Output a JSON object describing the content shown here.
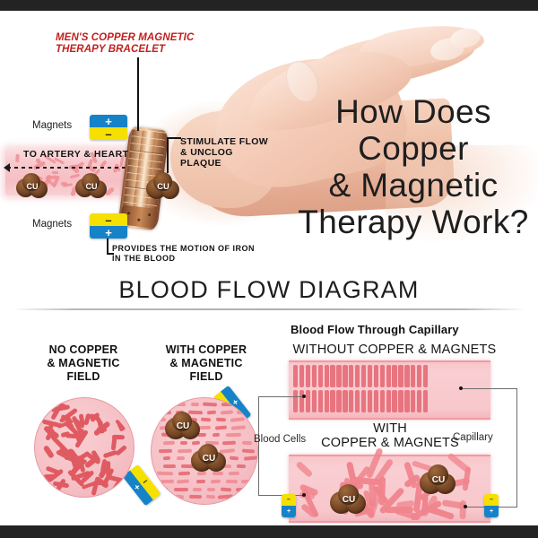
{
  "page": {
    "background": "#ffffff",
    "letterbox_color": "#232323"
  },
  "top_section": {
    "product_callout": {
      "line1": "MEN'S COPPER MAGNETIC",
      "line2": "THERAPY BRACELET",
      "color": "#c0201e"
    },
    "headline": {
      "line1": "How Does",
      "line2": "Copper",
      "line3": "& Magnetic",
      "line4": "Therapy Work?"
    },
    "labels": {
      "magnets_top": "Magnets",
      "magnets_bottom": "Magnets",
      "artery": "TO ARTERY & HEART",
      "stimulate_line1": "STIMULATE FLOW",
      "stimulate_line2": "& UNCLOG",
      "stimulate_line3": "PLAQUE",
      "motion_line1": "PROVIDES THE MOTION OF IRON",
      "motion_line2": "IN THE BLOOD"
    },
    "magnet_badges": [
      {
        "id": "top-magnet",
        "top_pole": "+",
        "top_color": "#1683c8",
        "bottom_pole": "–",
        "bottom_color": "#f5e000"
      },
      {
        "id": "bottom-magnet",
        "top_pole": "–",
        "top_color": "#f5e000",
        "bottom_pole": "+",
        "bottom_color": "#1683c8"
      }
    ],
    "copper_particles": [
      {
        "label": "CU"
      },
      {
        "label": "CU"
      },
      {
        "label": "CU"
      }
    ]
  },
  "section": {
    "title": "BLOOD FLOW DIAGRAM"
  },
  "circles": {
    "left": {
      "caption_line1": "NO COPPER",
      "caption_line2": "& MAGNETIC",
      "caption_line3": "FIELD"
    },
    "right": {
      "caption_line1": "WITH COPPER",
      "caption_line2": "& MAGNETIC",
      "caption_line3": "FIELD",
      "particles": [
        "CU",
        "CU"
      ],
      "magnets": [
        {
          "top_pole": "–",
          "bottom_pole": "+"
        },
        {
          "top_pole": "–",
          "bottom_pole": "+"
        }
      ]
    }
  },
  "capillary_panel": {
    "heading": "Blood Flow Through Capillary",
    "without_label": "WITHOUT COPPER & MAGNETS",
    "with_label_line1": "WITH",
    "with_label_line2": "COPPER & MAGNETS",
    "blood_cells_label": "Blood Cells",
    "capillary_label": "Capillary",
    "particles": [
      "CU",
      "CU"
    ],
    "magnets": [
      {
        "top_pole": "–",
        "bottom_pole": "+"
      },
      {
        "top_pole": "–",
        "bottom_pole": "+"
      }
    ]
  },
  "chart_data": {
    "type": "diagram",
    "title": "BLOOD FLOW DIAGRAM",
    "comparisons": [
      {
        "condition": "NO COPPER & MAGNETIC FIELD",
        "view": "circle",
        "cell_state": "clumped / tangled red blood cells",
        "copper_particles": 0,
        "magnets": 0
      },
      {
        "condition": "WITH COPPER & MAGNETIC FIELD",
        "view": "circle",
        "cell_state": "separated, evenly aligned red blood cells",
        "copper_particles": 2,
        "magnets": 2
      },
      {
        "condition": "WITHOUT COPPER & MAGNETS",
        "view": "capillary",
        "cell_state": "densely packed stacked cells blocking flow",
        "copper_particles": 0,
        "magnets": 0
      },
      {
        "condition": "WITH COPPER & MAGNETS",
        "view": "capillary",
        "cell_state": "dispersed free-flowing cells",
        "copper_particles": 2,
        "magnets": 2
      }
    ]
  }
}
